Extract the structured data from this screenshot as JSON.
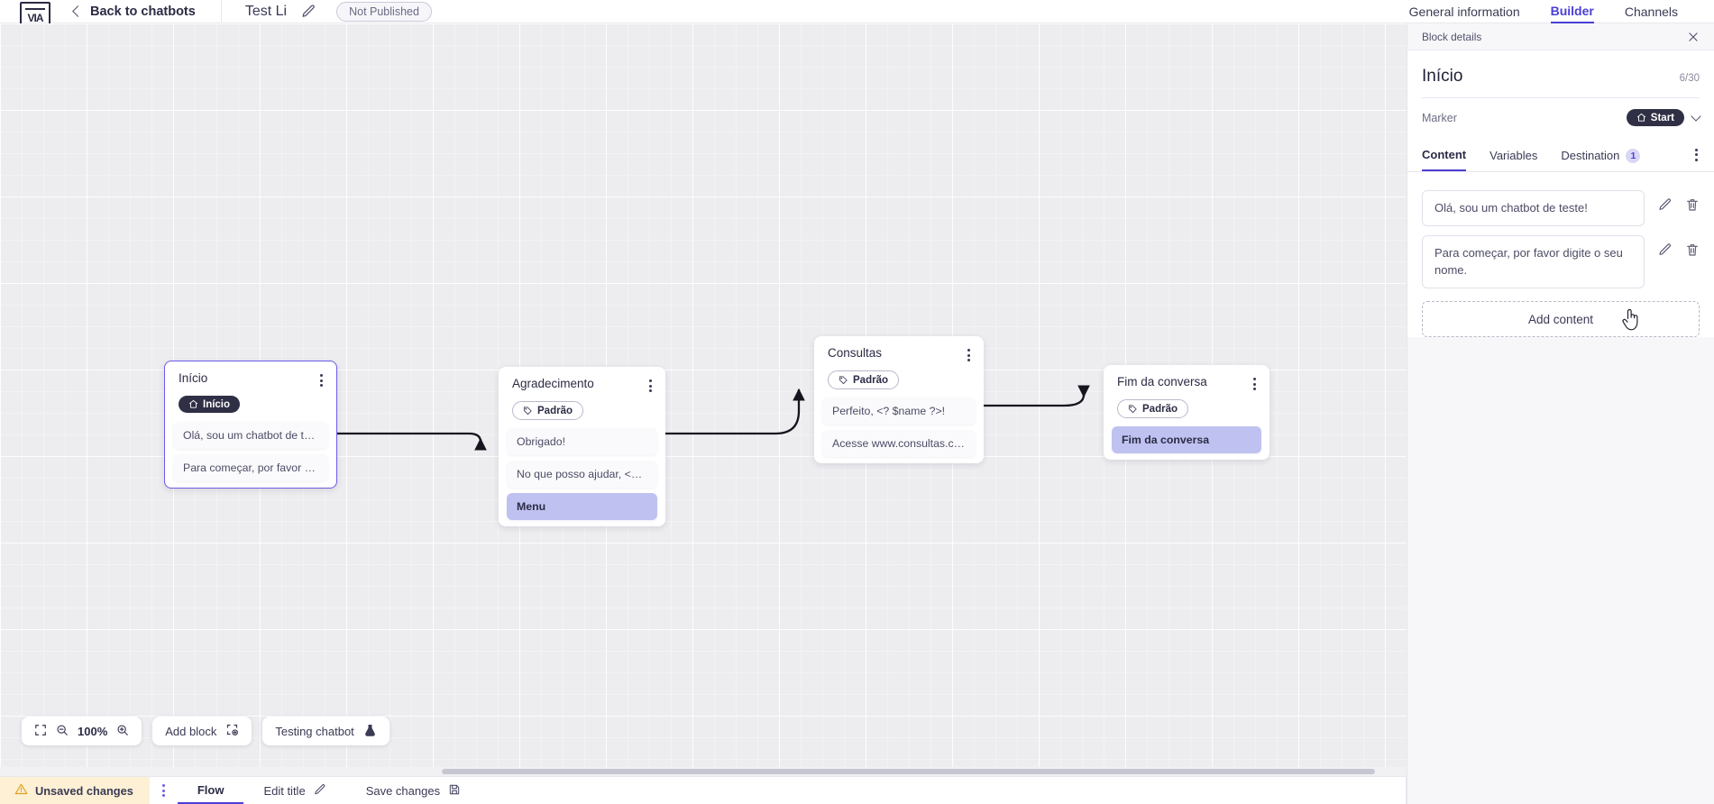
{
  "topbar": {
    "logo_name": "app-logo",
    "back_label": "Back to chatbots",
    "bot_title": "Test Li",
    "edit_title_icon": "pencil-icon",
    "status_badge": "Not Published",
    "tabs": [
      {
        "label": "General information",
        "active": false
      },
      {
        "label": "Builder",
        "active": true
      },
      {
        "label": "Channels",
        "active": false
      }
    ]
  },
  "canvas": {
    "blocks": [
      {
        "id": "inicio",
        "title": "Início",
        "badge": {
          "label": "Início",
          "type": "start",
          "icon": "home-icon"
        },
        "selected": true,
        "messages": [
          {
            "text": "Olá, sou um chatbot de teste!",
            "highlight": false
          },
          {
            "text": "Para começar, por favor digite o ...",
            "highlight": false
          }
        ]
      },
      {
        "id": "agradecimento",
        "title": "Agradecimento",
        "badge": {
          "label": "Padrão",
          "type": "default",
          "icon": "tag-icon"
        },
        "selected": false,
        "messages": [
          {
            "text": "Obrigado!",
            "highlight": false
          },
          {
            "text": "No que posso ajudar, <? $name ...",
            "highlight": false
          },
          {
            "text": "Menu",
            "highlight": true
          }
        ]
      },
      {
        "id": "consultas",
        "title": "Consultas",
        "badge": {
          "label": "Padrão",
          "type": "default",
          "icon": "tag-icon"
        },
        "selected": false,
        "messages": [
          {
            "text": "Perfeito, <? $name ?>!",
            "highlight": false
          },
          {
            "text": "Acesse www.consultas.com par...",
            "highlight": false
          }
        ]
      },
      {
        "id": "fim",
        "title": "Fim da conversa",
        "badge": {
          "label": "Padrão",
          "type": "default",
          "icon": "tag-icon"
        },
        "selected": false,
        "messages": [
          {
            "text": "Fim da conversa",
            "highlight": true
          }
        ]
      }
    ],
    "toolbar": {
      "fit_icon": "fit-screen-icon",
      "zoom_out_icon": "zoom-out-icon",
      "zoom_level": "100%",
      "zoom_in_icon": "zoom-in-icon",
      "add_block_label": "Add block",
      "add_block_icon": "add-block-icon",
      "testing_label": "Testing chatbot",
      "testing_icon": "flask-icon"
    }
  },
  "panel": {
    "header_label": "Block details",
    "close_icon": "close-icon",
    "title": "Início",
    "char_count": "6/30",
    "marker_label": "Marker",
    "marker_value": "Start",
    "marker_icon": "home-icon",
    "marker_chevron": "chevron-down-icon",
    "tabs": [
      {
        "label": "Content",
        "active": true,
        "count": null
      },
      {
        "label": "Variables",
        "active": false,
        "count": null
      },
      {
        "label": "Destination",
        "active": false,
        "count": "1"
      }
    ],
    "tabs_kebab": "more-options-icon",
    "contents": [
      {
        "text": "Olá, sou um chatbot de teste!",
        "edit_icon": "pencil-icon",
        "delete_icon": "trash-icon"
      },
      {
        "text": "Para começar, por favor digite o seu nome.",
        "edit_icon": "pencil-icon",
        "delete_icon": "trash-icon"
      }
    ],
    "add_content_label": "Add content"
  },
  "bottombar": {
    "unsaved_label": "Unsaved changes",
    "warning_icon": "warning-icon",
    "kebab_icon": "more-options-icon",
    "flow_label": "Flow",
    "edit_title_label": "Edit title",
    "edit_title_icon": "pencil-icon",
    "save_label": "Save changes",
    "save_icon": "save-disk-icon"
  },
  "colors": {
    "accent": "#4b3fd4",
    "badge_dark": "#2f2f45",
    "highlight": "#bfc2f0",
    "warning_bg": "#fdf0d5"
  }
}
